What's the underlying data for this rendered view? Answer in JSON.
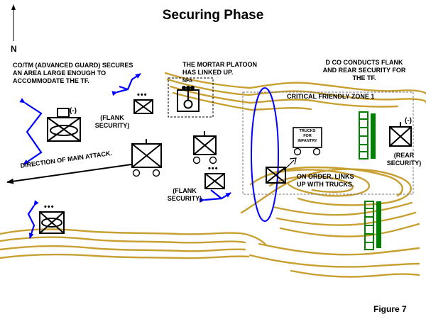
{
  "title": "Securing Phase",
  "north_label": "N",
  "figure_label": "Figure 7",
  "notes": {
    "advanced_guard": [
      "CO/TM (ADVANCED GUARD) SECURES",
      "AN AREA LARGE ENOUGH TO",
      "ACCOMMODATE THE TF."
    ],
    "mortar_platoon": [
      "THE MORTAR PLATOON",
      "HAS LINKED UP."
    ],
    "d_co": [
      "D CO CONDUCTS FLANK",
      "AND REAR SECURITY FOR",
      "THE TF."
    ],
    "critical_zone": "CRITICAL FRIENDLY ZONE 1",
    "flank_security_1": [
      "(FLANK",
      "SECURITY)"
    ],
    "flank_security_2": [
      "(FLANK",
      "SECURITY)"
    ],
    "rear_security": [
      "(REAR",
      "SECURITY)"
    ],
    "direction": "DIRECTION OF MAIN ATTACK.",
    "on_order": [
      "ON ORDER, LINKS",
      "UP WITH TRUCKS."
    ],
    "trucks": [
      "TRUCKS",
      "FOR",
      "INFANTRY"
    ],
    "nfa": "NFA"
  },
  "unit_markers": {
    "company": "(-)",
    "platoon": "•••"
  },
  "colors": {
    "terrain": "#c8a032",
    "security_screen": "#0000ff",
    "obstacle": "#008000",
    "zone_border": "#777777",
    "unit": "#000000"
  }
}
